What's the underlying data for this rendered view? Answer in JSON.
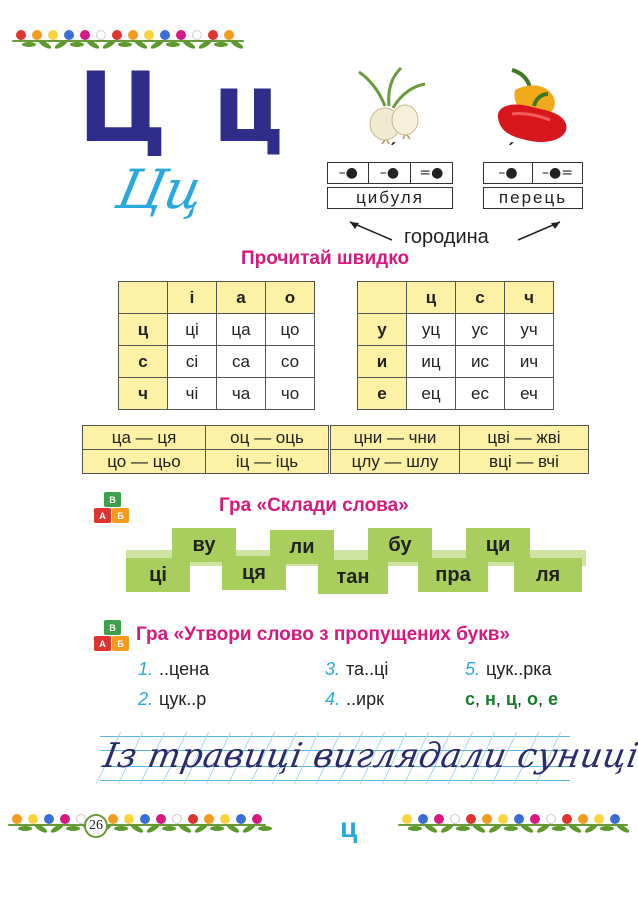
{
  "letters": {
    "big": "Ц ц",
    "script": "Цц"
  },
  "vocab": {
    "word1": "цибуля",
    "scheme1": [
      "–●",
      "–●",
      "=●"
    ],
    "word2": "перець",
    "scheme2": [
      "–●",
      "–●="
    ],
    "category": "городина"
  },
  "read_fast": {
    "title": "Прочитай швидко",
    "table1": {
      "header": [
        "",
        "і",
        "а",
        "о"
      ],
      "rows": [
        [
          "ц",
          "ці",
          "ца",
          "цо"
        ],
        [
          "с",
          "сі",
          "са",
          "со"
        ],
        [
          "ч",
          "чі",
          "ча",
          "чо"
        ]
      ]
    },
    "table2": {
      "header": [
        "",
        "ц",
        "с",
        "ч"
      ],
      "rows": [
        [
          "у",
          "уц",
          "ус",
          "уч"
        ],
        [
          "и",
          "иц",
          "ис",
          "ич"
        ],
        [
          "е",
          "ец",
          "ес",
          "еч"
        ]
      ]
    },
    "pairs1": [
      [
        "ца — ця",
        "оц — оць"
      ],
      [
        "цо — цьо",
        "іц — іць"
      ]
    ],
    "pairs2": [
      [
        "цни — чни",
        "цві — жві"
      ],
      [
        "цлу — шлу",
        "вці — вчі"
      ]
    ]
  },
  "game1": {
    "title": "Гра «Склади слова»",
    "top": [
      "ву",
      "ли",
      "бу",
      "ци"
    ],
    "bottom": [
      "ці",
      "ця",
      "тан",
      "пра",
      "ля"
    ]
  },
  "game2": {
    "title": "Гра «Утвори слово з пропущених букв»",
    "items": [
      {
        "n": "1.",
        "text": "..цена"
      },
      {
        "n": "2.",
        "text": "цук..р"
      },
      {
        "n": "3.",
        "text": "та..ці"
      },
      {
        "n": "4.",
        "text": "..ирк"
      },
      {
        "n": "5.",
        "text": "цук..рка"
      }
    ],
    "letters": [
      "с",
      "н",
      "ц",
      "о",
      "е"
    ],
    "sep": ", "
  },
  "icon_letters": [
    "В",
    "А",
    "Б"
  ],
  "copy_text": "Із травиці виглядали суниці.",
  "footer": {
    "page": "26",
    "letter": "ц"
  },
  "colors": {
    "accent_pink": "#d6197e",
    "accent_blue": "#29a8e0",
    "navy": "#2e2e8a",
    "table_yellow": "#fdf1a6",
    "green": "#a8cf5d",
    "letter_green": "#1a7a2a"
  }
}
